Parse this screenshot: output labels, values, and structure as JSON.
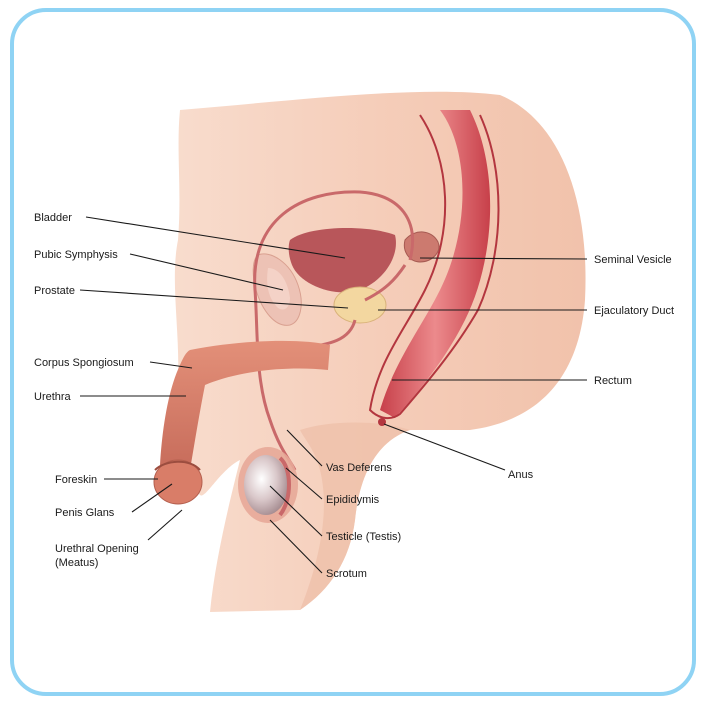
{
  "labels": {
    "bladder": "Bladder",
    "pubic_symphysis": "Pubic Symphysis",
    "prostate": "Prostate",
    "corpus_spongiosum": "Corpus Spongiosum",
    "urethra": "Urethra",
    "foreskin": "Foreskin",
    "penis_glans": "Penis Glans",
    "urethral_opening_line1": "Urethral Opening",
    "urethral_opening_line2": "(Meatus)",
    "seminal_vesicle": "Seminal Vesicle",
    "ejaculatory_duct": "Ejaculatory Duct",
    "rectum": "Rectum",
    "anus": "Anus",
    "vas_deferens": "Vas Deferens",
    "epididymis": "Epididymis",
    "testicle": "Testicle (Testis)",
    "scrotum": "Scrotum"
  },
  "colors": {
    "frame": "#8fd3f4",
    "skin": "#f6d3c2",
    "skin_shadow": "#eab7a1",
    "bladder": "#b8565a",
    "rectum": "#d9535a",
    "prostate": "#f3d7a0",
    "tissue": "#c9696a"
  }
}
